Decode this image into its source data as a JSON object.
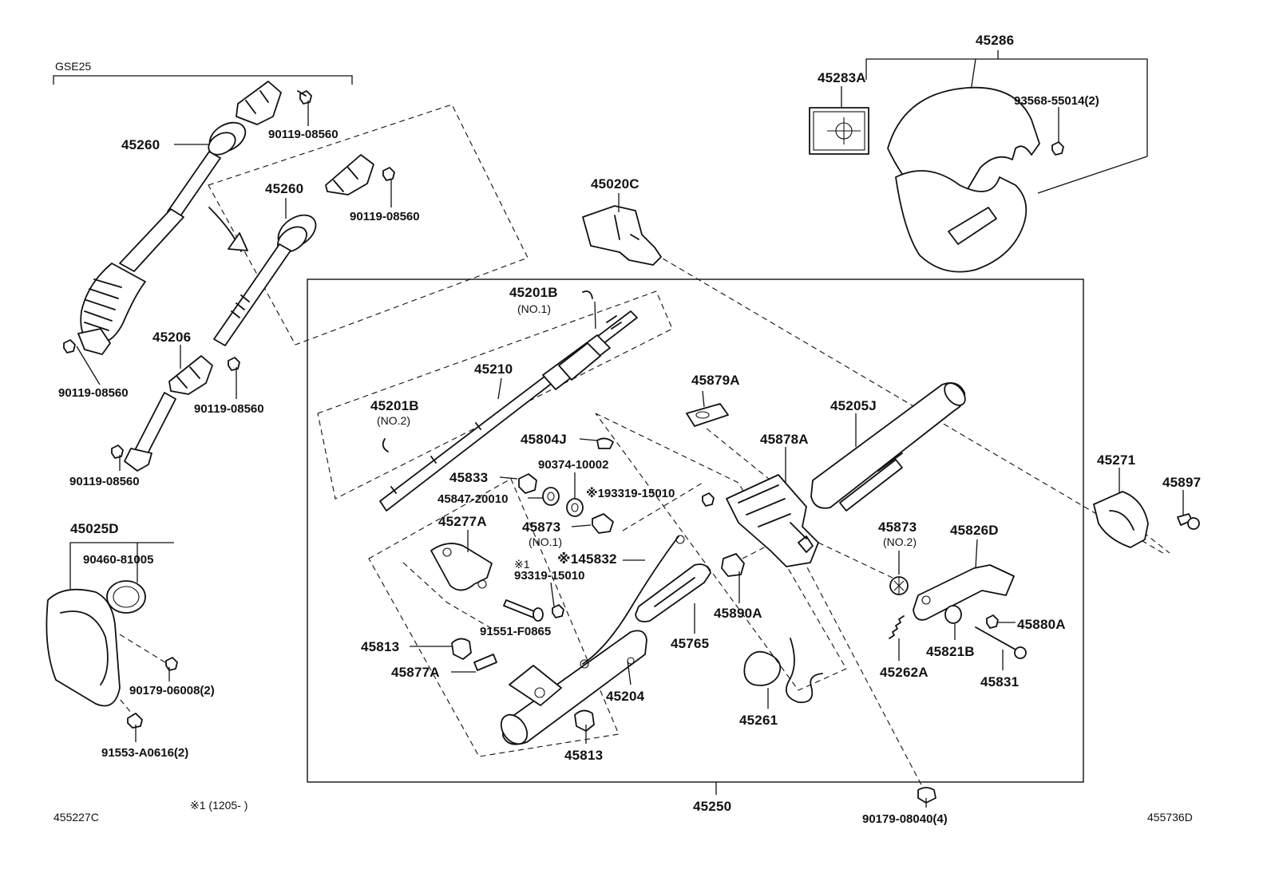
{
  "labels": {
    "gse25": "GSE25",
    "p45260_a": "45260",
    "p90119_a": "90119-08560",
    "p45260_b": "45260",
    "p90119_b": "90119-08560",
    "p90119_c": "90119-08560",
    "p45206": "45206",
    "p90119_d": "90119-08560",
    "p90119_e": "90119-08560",
    "p45025d": "45025D",
    "p90460": "90460-81005",
    "p90179_06008": "90179-06008(2)",
    "p91553": "91553-A0616(2)",
    "p45201b_no1": "45201B",
    "no1_a": "(NO.1)",
    "p45210": "45210",
    "p45201b_no2": "45201B",
    "no2_a": "(NO.2)",
    "p45804j": "45804J",
    "p90374": "90374-10002",
    "p45833": "45833",
    "p45847": "45847-20010",
    "p93319_a": "※193319-15010",
    "p45873_no1": "45873",
    "no1_b": "(NO.1)",
    "p45277a": "45277A",
    "star1": "※1",
    "p93319_b": "93319-15010",
    "p45832": "※145832",
    "p91551": "91551-F0865",
    "p45813_a": "45813",
    "p45877a": "45877A",
    "p45765": "45765",
    "p45204": "45204",
    "p45813_b": "45813",
    "p45890a": "45890A",
    "p45261": "45261",
    "p45879a": "45879A",
    "p45878a": "45878A",
    "p45205j": "45205J",
    "p45873_no2": "45873",
    "no2_b": "(NO.2)",
    "p45826d": "45826D",
    "p45880a": "45880A",
    "p45821b": "45821B",
    "p45262a": "45262A",
    "p45831": "45831",
    "p45250": "45250",
    "p90179_08040": "90179-08040(4)",
    "p45020c": "45020C",
    "p45286": "45286",
    "p45283a": "45283A",
    "p93568": "93568-55014(2)",
    "p45271": "45271",
    "p45897": "45897",
    "footer_left": "455227C",
    "footer_note": "※1 (1205-      )",
    "footer_right": "455736D"
  },
  "colors": {
    "ink": "#111111",
    "background": "#ffffff"
  }
}
